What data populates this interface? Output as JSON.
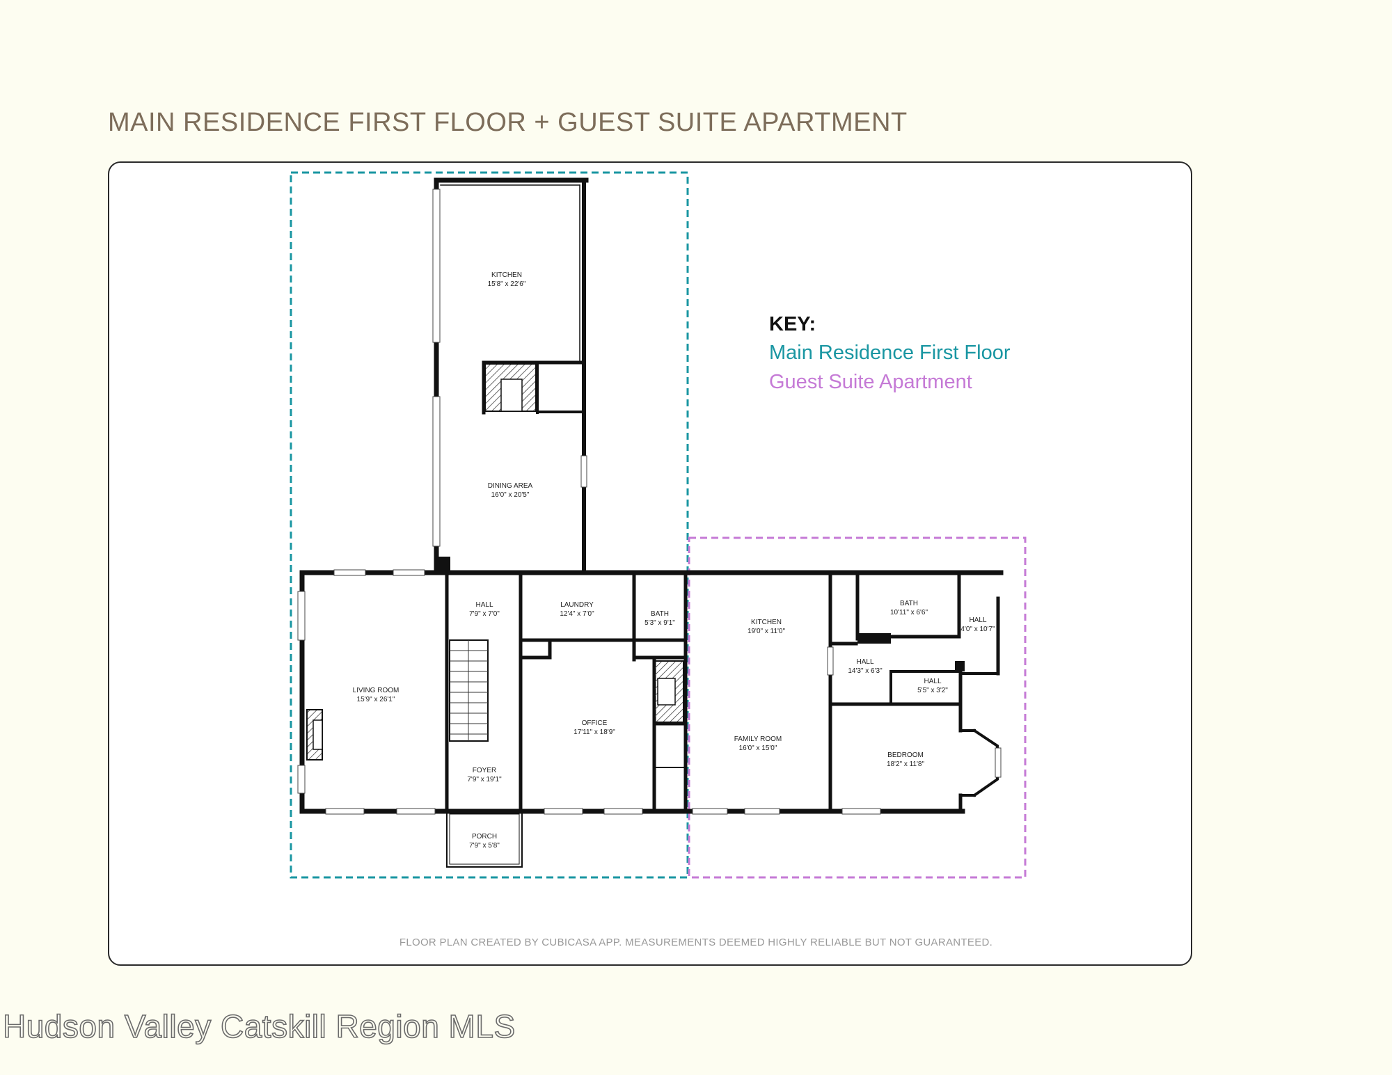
{
  "title": "MAIN RESIDENCE FIRST FLOOR + GUEST SUITE APARTMENT",
  "key": {
    "heading": "KEY:",
    "main_label": "Main Residence First Floor",
    "guest_label": "Guest Suite Apartment",
    "main_color": "#1996a2",
    "guest_color": "#c57ad6"
  },
  "rooms": {
    "kitchen_main": {
      "name": "KITCHEN",
      "size": "15'8\" x 22'6\""
    },
    "dining": {
      "name": "DINING AREA",
      "size": "16'0\" x 20'5\""
    },
    "living": {
      "name": "LIVING ROOM",
      "size": "15'9\" x 26'1\""
    },
    "hall1": {
      "name": "HALL",
      "size": "7'9\" x 7'0\""
    },
    "laundry": {
      "name": "LAUNDRY",
      "size": "12'4\" x 7'0\""
    },
    "bath1": {
      "name": "BATH",
      "size": "5'3\" x 9'1\""
    },
    "office": {
      "name": "OFFICE",
      "size": "17'11\" x 18'9\""
    },
    "foyer": {
      "name": "FOYER",
      "size": "7'9\" x 19'1\""
    },
    "porch": {
      "name": "PORCH",
      "size": "7'9\" x 5'8\""
    },
    "kitchen_guest": {
      "name": "KITCHEN",
      "size": "19'0\" x 11'0\""
    },
    "family": {
      "name": "FAMILY ROOM",
      "size": "16'0\" x 15'0\""
    },
    "bath2": {
      "name": "BATH",
      "size": "10'11\" x 6'6\""
    },
    "hall2": {
      "name": "HALL",
      "size": "4'0\" x 10'7\""
    },
    "hall3": {
      "name": "HALL",
      "size": "14'3\" x 6'3\""
    },
    "hall4": {
      "name": "HALL",
      "size": "5'5\" x 3'2\""
    },
    "bedroom": {
      "name": "BEDROOM",
      "size": "18'2\" x 11'8\""
    }
  },
  "disclaimer": "FLOOR PLAN CREATED BY CUBICASA APP. MEASUREMENTS DEEMED HIGHLY RELIABLE BUT NOT GUARANTEED.",
  "watermark": "Hudson Valley Catskill Region MLS"
}
